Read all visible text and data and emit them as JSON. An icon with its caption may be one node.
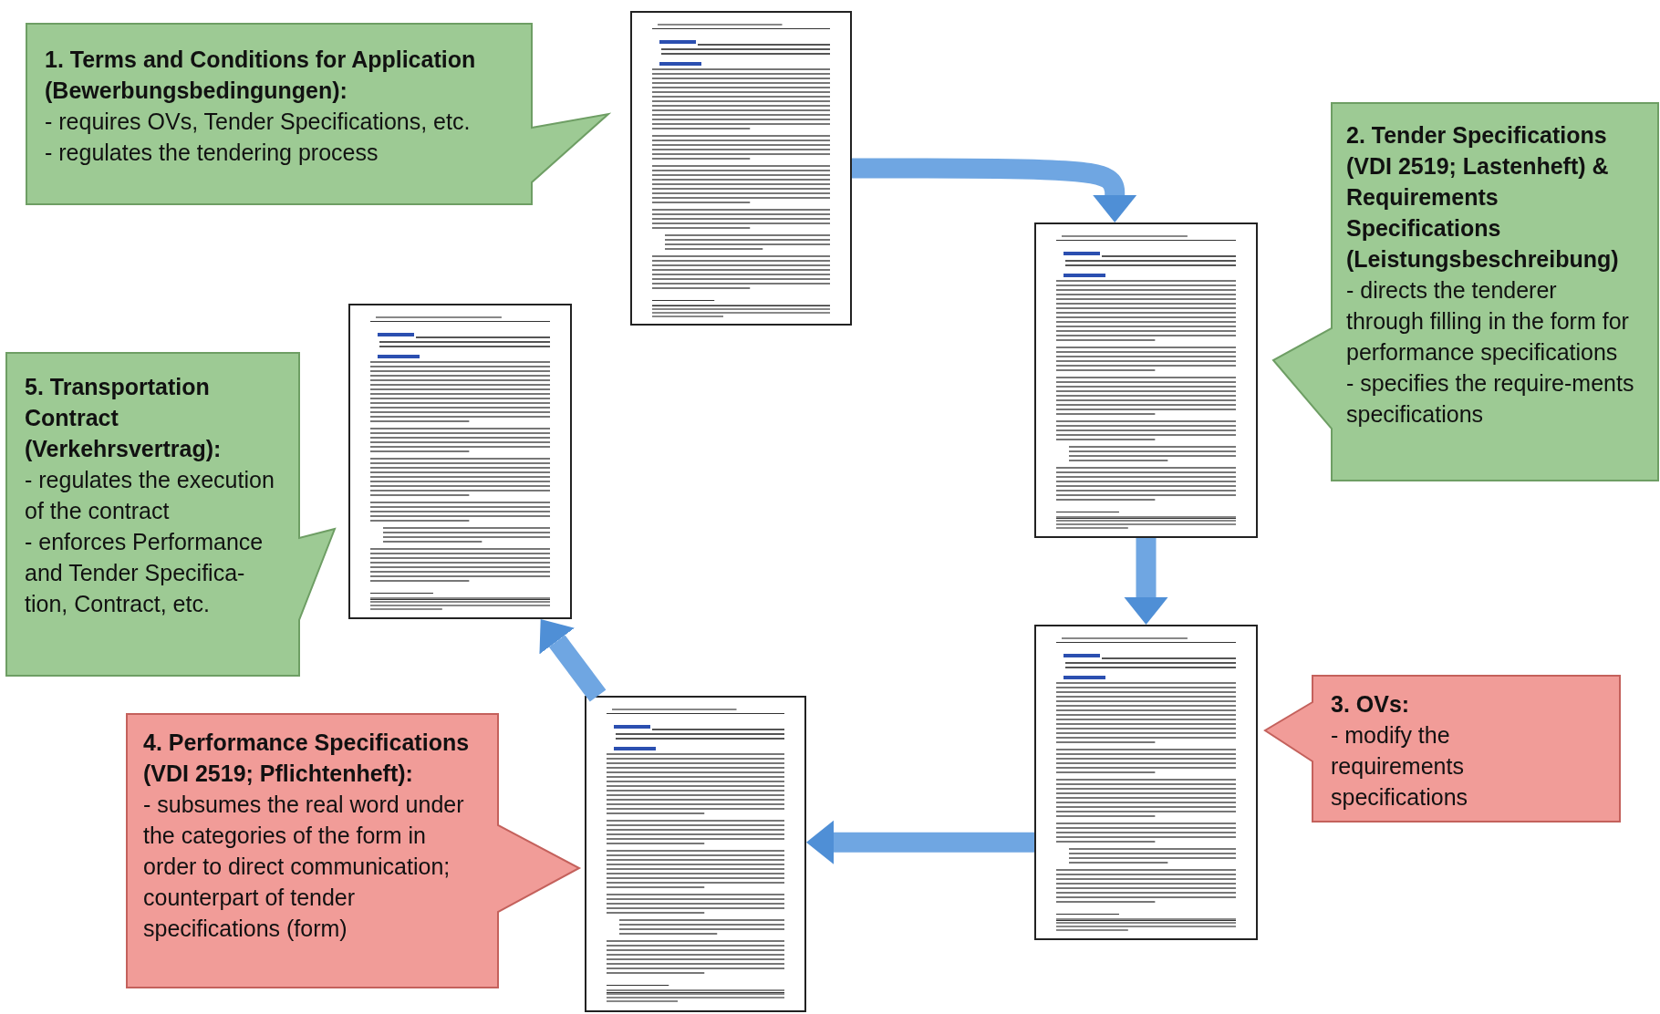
{
  "diagram": {
    "nodes": [
      {
        "text": [
          "1. Terms and Conditions for Application (Bewerbungsbedingungen):",
          "- requires OVs, Tender Specifications, etc.",
          "- regulates the tendering process"
        ]
      },
      {
        "text": [],
        "shape": "page"
      },
      {
        "text": [
          "**2. Tender Specifications (VDI 2519; Lastenheft) &** Requirements Specifications **(Leistungsbeschreibung)**",
          "- directs the tenderer through filling in the form for performance specifications",
          "- specifies the require-ments specifications"
        ]
      },
      {
        "text": [],
        "shape": "page"
      },
      {
        "text": [
          "5. Transportation Contract (Verkehrsvertrag):",
          "- regulates the execution of the contract",
          "- enforces Performance and Tender Specifica-tion, Contract, etc."
        ]
      },
      {
        "text": [],
        "shape": "page"
      },
      {
        "text": [],
        "shape": "page"
      },
      {
        "text": [
          "3. OVs:",
          "- modify the requirements specifications"
        ]
      },
      {
        "text": [
          "4. Performance Specifications (VDI 2519; Pflichtenheft):",
          "- subsumes the real word under the categories of the form in order to direct communication; counterpart of tender specifications (form)"
        ]
      },
      {
        "text": [],
        "shape": "page"
      }
    ],
    "edges": [
      {
        "from": 1,
        "to": 3,
        "arrow": "to"
      },
      {
        "from": 3,
        "to": 6,
        "arrow": "to"
      },
      {
        "from": 6,
        "to": 9,
        "arrow": "to"
      },
      {
        "from": 9,
        "to": 5,
        "arrow": "to"
      }
    ]
  }
}
